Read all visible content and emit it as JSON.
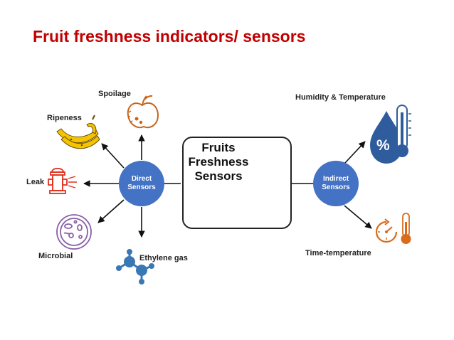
{
  "title": "Fruit freshness indicators/ sensors",
  "center": {
    "line1": "Fruits",
    "line2": "Freshness",
    "line3": "Sensors"
  },
  "direct": {
    "line1": "Direct",
    "line2": "Sensors"
  },
  "indirect": {
    "line1": "Indirect",
    "line2": "Sensors"
  },
  "labels": {
    "spoilage": "Spoilage",
    "ripeness": "Ripeness",
    "leak": "Leak",
    "microbial": "Microbial",
    "ethylene": "Ethylene gas",
    "humidity": "Humidity & Temperature",
    "time_temp": "Time-temperature",
    "percent": "%"
  },
  "colors": {
    "title": "#c00000",
    "sensor_circle": "#4472c4",
    "banana": "#f5c400",
    "leak_red": "#e0301e",
    "microbial": "#8a5fa8",
    "ethylene": "#3a78b5",
    "humidity": "#2e5c9c",
    "time_temp": "#d96b1d",
    "spoilage": "#c8651b"
  }
}
